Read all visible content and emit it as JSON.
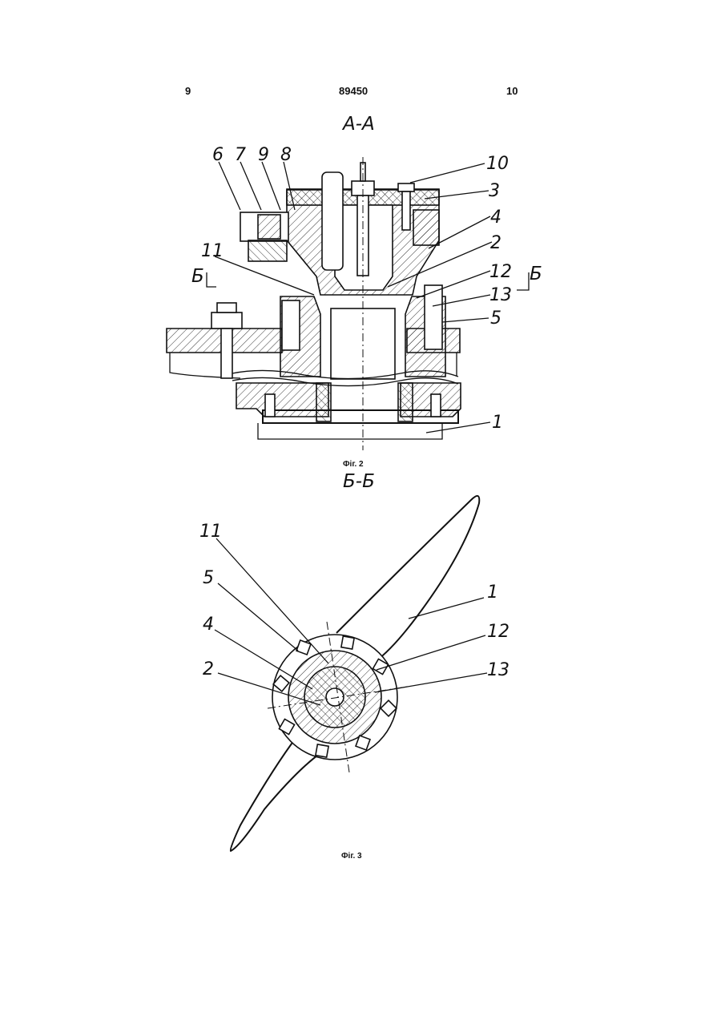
{
  "header": {
    "page_left": "9",
    "patent_number": "89450",
    "page_right": "10"
  },
  "figure2": {
    "section_title": "А-А",
    "section_mark": "Б",
    "caption": "Фіг. 2",
    "labels": [
      "6",
      "7",
      "9",
      "8",
      "10",
      "3",
      "4",
      "2",
      "11",
      "12",
      "13",
      "5",
      "1"
    ]
  },
  "figure3": {
    "section_title": "Б-Б",
    "caption": "Фіг. 3",
    "labels": [
      "11",
      "5",
      "4",
      "2",
      "1",
      "12",
      "13"
    ]
  }
}
